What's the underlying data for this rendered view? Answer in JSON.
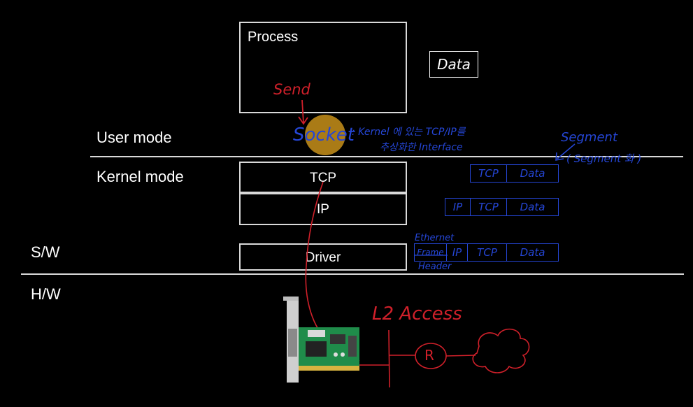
{
  "layers": {
    "user_mode": "User mode",
    "kernel_mode": "Kernel mode",
    "sw": "S/W",
    "hw": "H/W"
  },
  "boxes": {
    "process": "Process",
    "tcp": "TCP",
    "ip": "IP",
    "driver": "Driver"
  },
  "annotations": {
    "data": "Data",
    "send": "Send",
    "socket": "Socket",
    "socket_desc_line1": ": Kernel 에 있는 TCP/IP를",
    "socket_desc_line2": "추상화한 Interface",
    "segment": "Segment",
    "segment_note": "( Segment 화 )",
    "ethernet": "Ethernet",
    "frame": "Frame",
    "header": "Header",
    "l2_access": "L2 Access",
    "router": "R",
    "seg_tcp": "TCP",
    "seg_data": "Data",
    "seg_ip": "IP"
  },
  "colors": {
    "annotation_blue": "#2546d6",
    "annotation_red": "#d0202a",
    "box_border": "#d9d9d9",
    "highlight": "#c8901a"
  }
}
